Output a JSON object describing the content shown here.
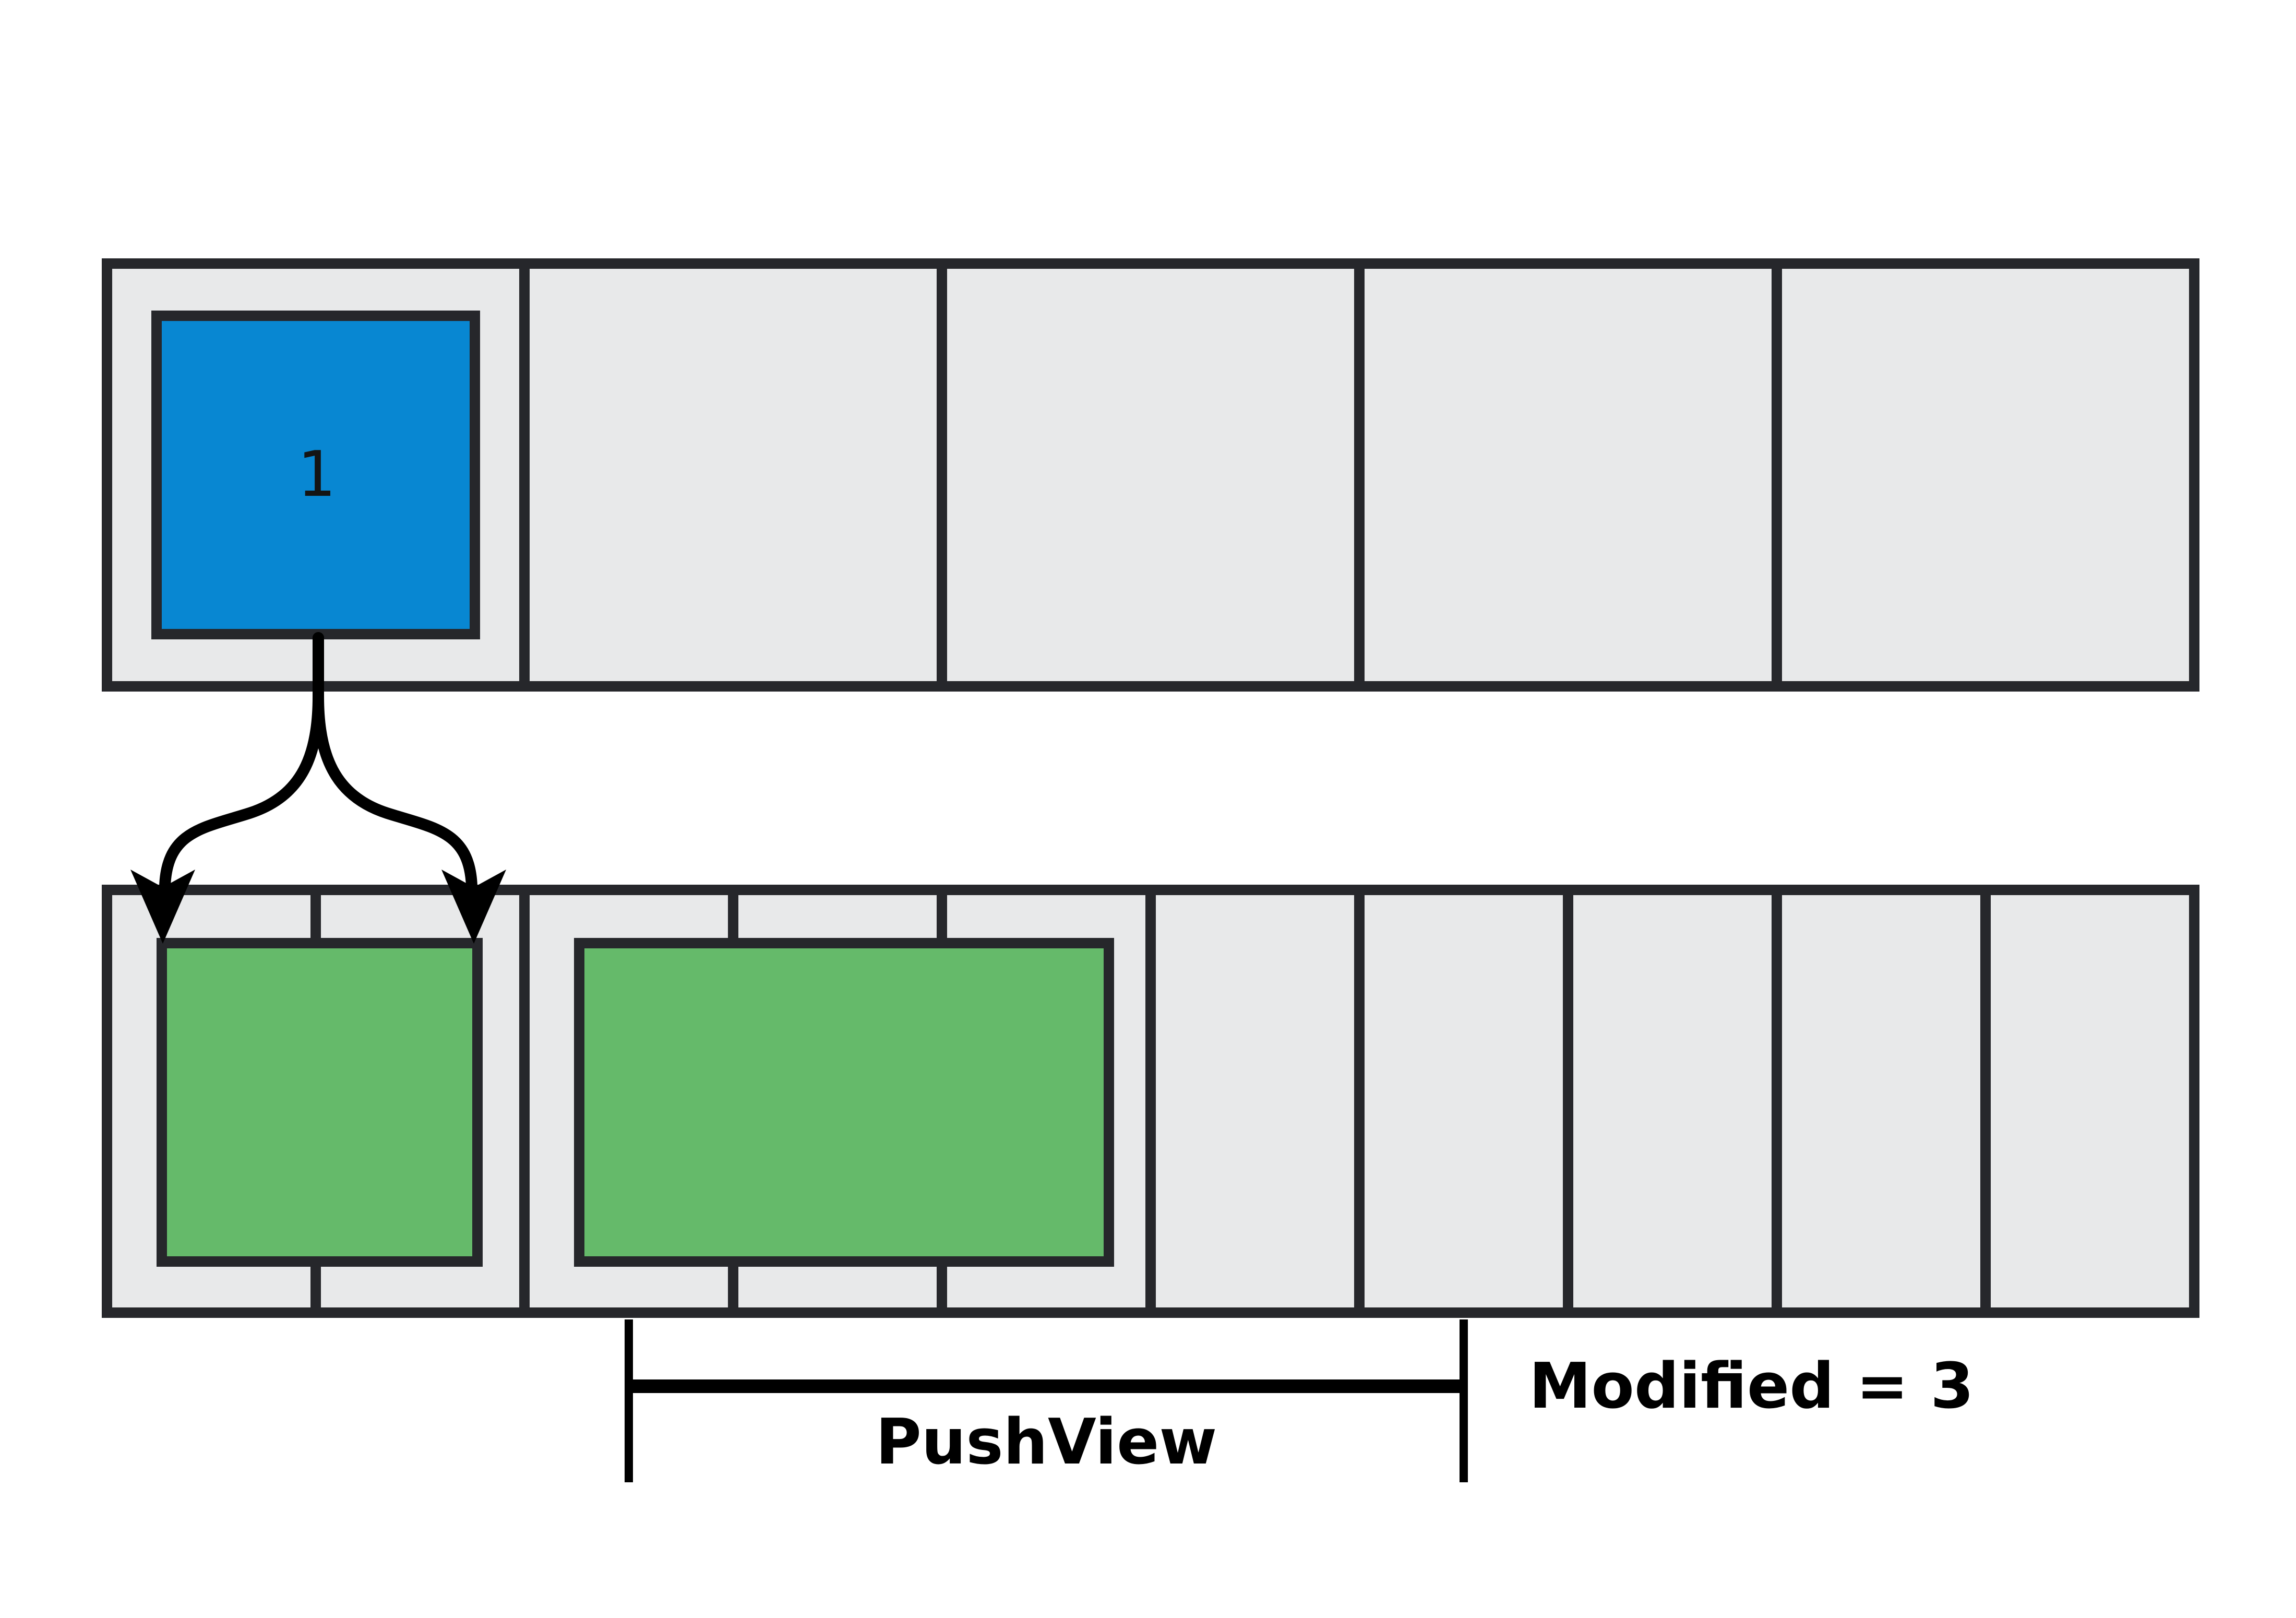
{
  "colors": {
    "border_dark": "#26272b",
    "cell_fill": "#e8e9ea",
    "block_blue": "#0887d2",
    "block_green": "#65ba6a",
    "annotation_black": "#000000",
    "background": "#ffffff"
  },
  "top_row": {
    "cell_count": 5,
    "block_label": "1"
  },
  "bottom_row": {
    "cell_count": 10,
    "green_block_count": 2
  },
  "annotations": {
    "pushview_label": "PushView",
    "modified_label": "Modified = 3"
  }
}
